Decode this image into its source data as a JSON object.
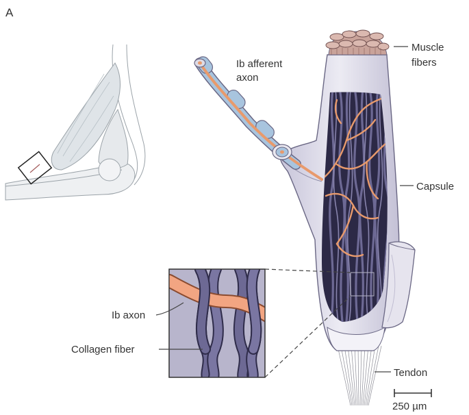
{
  "panel_letter": "A",
  "labels": {
    "afferent_line1": "Ib afferent",
    "afferent_line2": "axon",
    "muscle_line1": "Muscle",
    "muscle_line2": "fibers",
    "capsule": "Capsule",
    "ib_axon": "Ib axon",
    "collagen": "Collagen fiber",
    "tendon": "Tendon",
    "scale_bar": "250 µm"
  },
  "colors": {
    "capsule": "#e4e2ee",
    "capsule_shadow": "#b9b6cc",
    "collagen": "#5f5b85",
    "collagen_dark": "#2f2c4a",
    "axon": "#e89a6c",
    "myelin": "#a8c4de",
    "muscle": "#c9a39a",
    "arm": "#d7dbe0"
  }
}
